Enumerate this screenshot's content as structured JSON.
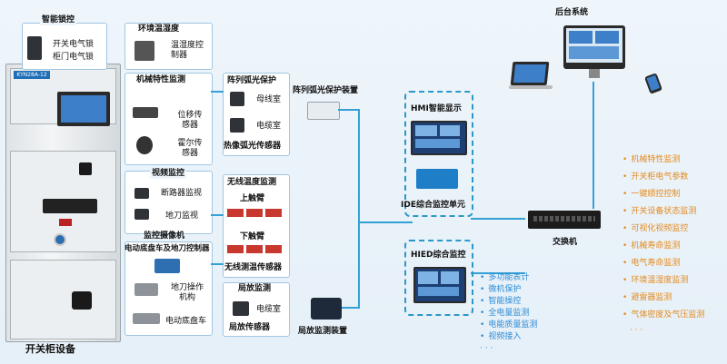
{
  "cabinet": {
    "title": "开关柜设备",
    "nameplate": "KYN28A-12"
  },
  "left_column": {
    "smart_lock": {
      "title": "智能锁控",
      "items": [
        "开关电气锁",
        "柜门电气锁"
      ]
    },
    "env": {
      "title": "环境温湿度",
      "device": "温湿度控制器"
    },
    "mech": {
      "title": "机械特性监测",
      "devices": [
        "位移传感器",
        "霍尔传感器"
      ]
    },
    "video": {
      "title": "视频监控",
      "items": [
        "断路器监视",
        "地刀监视"
      ],
      "footer": "监控摄像机"
    },
    "chassis": {
      "title": "电动底盘车及地刀控制器",
      "items": [
        "地刀操作机构",
        "电动底盘车"
      ]
    }
  },
  "middle_column": {
    "arc": {
      "title": "阵列弧光保护",
      "items": [
        "母线室",
        "电缆室"
      ],
      "footer": "热像弧光传感器",
      "device_label": "阵列弧光保护装置"
    },
    "wireless_temp": {
      "title": "无线温度监测",
      "upper": "上触臂",
      "lower": "下触臂",
      "footer": "无线测温传感器"
    },
    "pd": {
      "title": "局放监测",
      "item": "电缆室",
      "footer": "局放传感器",
      "device_label": "局放监测装置"
    }
  },
  "center": {
    "hmi_label": "HMI智能显示",
    "ide_label": "IDE综合监控单元",
    "hied_label": "HIED综合监控",
    "hied_list": [
      "多功能表计",
      "微机保护",
      "智能操控",
      "全电量监测",
      "电能质量监测",
      "视频接入",
      "·  ·  ·"
    ]
  },
  "right": {
    "backend_title": "后台系统",
    "switch_label": "交换机",
    "functions": [
      "机械特性监测",
      "开关柜电气参数",
      "一键顺控控制",
      "开关设备状态监测",
      "可视化视频监控",
      "机械寿命监测",
      "电气寿命监测",
      "环境温湿度监测",
      "避雷器监测",
      "气体密度及气压监测",
      "·  ·  ·"
    ]
  },
  "colors": {
    "accent": "#33a1d6",
    "orange": "#e58a1f",
    "frame": "#9fc6e3"
  }
}
